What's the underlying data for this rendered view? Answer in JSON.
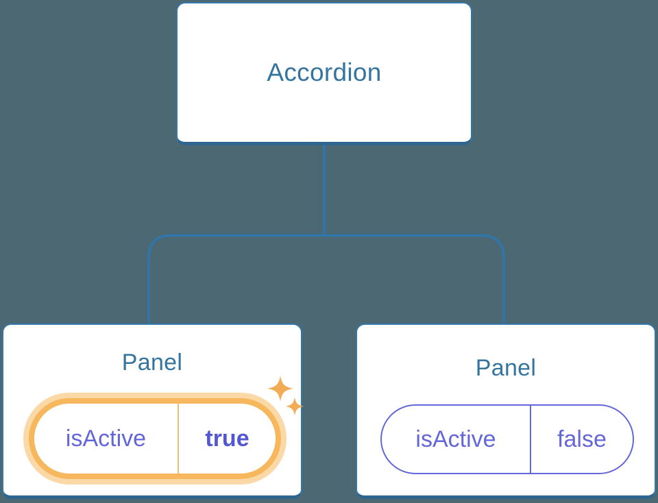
{
  "diagram": {
    "description": "React component tree diagram: Accordion parent with two Panel children showing isActive prop",
    "root": {
      "label": "Accordion"
    },
    "children": [
      {
        "label": "Panel",
        "prop": {
          "name": "isActive",
          "value": "true"
        },
        "highlighted": true,
        "badge_icon": "sparkles-icon"
      },
      {
        "label": "Panel",
        "prop": {
          "name": "isActive",
          "value": "false"
        },
        "highlighted": false
      }
    ]
  },
  "colors": {
    "background": "#4C6973",
    "card_background": "#FFFFFF",
    "card_border": "#3477AB",
    "card_border_bottom": "#2F6690",
    "connector_line": "#2E76AC",
    "node_label_text": "#35749E",
    "prop_text": "#6366D9",
    "prop_value_active_text": "#5357D2",
    "active_pill_border": "#F6B75D",
    "active_pill_glow": "#FAD9A6",
    "active_pill_divider": "#F3BC6E",
    "sparkle": "#F2AC55"
  }
}
